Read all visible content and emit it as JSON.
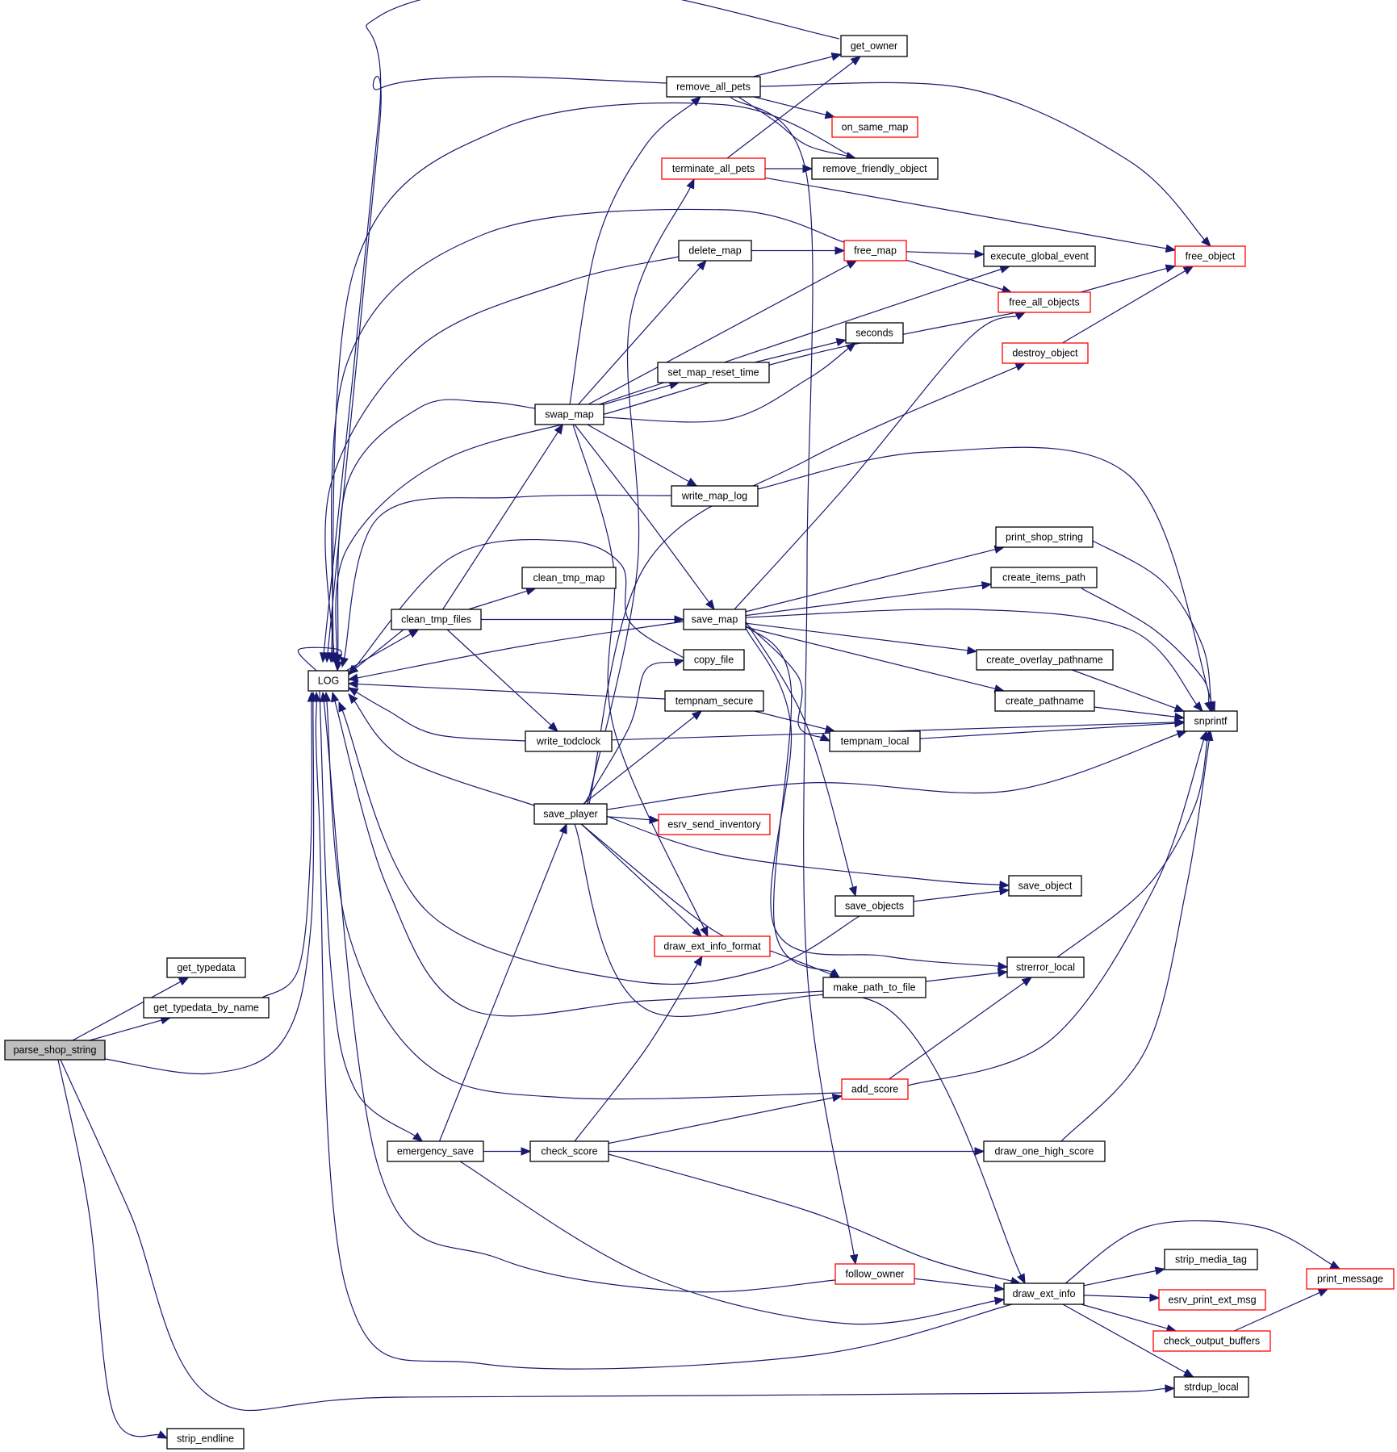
{
  "diagram": {
    "type": "call-graph",
    "edge_color": "#191970",
    "highlight_border_color": "#ff0000",
    "root_fill_color": "#bfbfbf",
    "root": "parse_shop_string",
    "nodes": [
      {
        "id": "parse_shop_string",
        "label": "parse_shop_string",
        "style": "root"
      },
      {
        "id": "get_typedata",
        "label": "get_typedata",
        "style": "normal"
      },
      {
        "id": "get_typedata_by_name",
        "label": "get_typedata_by_name",
        "style": "normal"
      },
      {
        "id": "strip_endline",
        "label": "strip_endline",
        "style": "normal"
      },
      {
        "id": "LOG",
        "label": "LOG",
        "style": "normal"
      },
      {
        "id": "get_owner",
        "label": "get_owner",
        "style": "normal"
      },
      {
        "id": "remove_all_pets",
        "label": "remove_all_pets",
        "style": "normal"
      },
      {
        "id": "on_same_map",
        "label": "on_same_map",
        "style": "truncated"
      },
      {
        "id": "terminate_all_pets",
        "label": "terminate_all_pets",
        "style": "truncated"
      },
      {
        "id": "remove_friendly_object",
        "label": "remove_friendly_object",
        "style": "normal"
      },
      {
        "id": "delete_map",
        "label": "delete_map",
        "style": "normal"
      },
      {
        "id": "free_map",
        "label": "free_map",
        "style": "truncated"
      },
      {
        "id": "execute_global_event",
        "label": "execute_global_event",
        "style": "normal"
      },
      {
        "id": "free_object",
        "label": "free_object",
        "style": "truncated"
      },
      {
        "id": "free_all_objects",
        "label": "free_all_objects",
        "style": "truncated"
      },
      {
        "id": "seconds",
        "label": "seconds",
        "style": "normal"
      },
      {
        "id": "destroy_object",
        "label": "destroy_object",
        "style": "truncated"
      },
      {
        "id": "set_map_reset_time",
        "label": "set_map_reset_time",
        "style": "normal"
      },
      {
        "id": "swap_map",
        "label": "swap_map",
        "style": "normal"
      },
      {
        "id": "write_map_log",
        "label": "write_map_log",
        "style": "normal"
      },
      {
        "id": "print_shop_string",
        "label": "print_shop_string",
        "style": "normal"
      },
      {
        "id": "clean_tmp_map",
        "label": "clean_tmp_map",
        "style": "normal"
      },
      {
        "id": "create_items_path",
        "label": "create_items_path",
        "style": "normal"
      },
      {
        "id": "clean_tmp_files",
        "label": "clean_tmp_files",
        "style": "normal"
      },
      {
        "id": "save_map",
        "label": "save_map",
        "style": "normal"
      },
      {
        "id": "copy_file",
        "label": "copy_file",
        "style": "normal"
      },
      {
        "id": "create_overlay_pathname",
        "label": "create_overlay_pathname",
        "style": "normal"
      },
      {
        "id": "tempnam_secure",
        "label": "tempnam_secure",
        "style": "normal"
      },
      {
        "id": "create_pathname",
        "label": "create_pathname",
        "style": "normal"
      },
      {
        "id": "snprintf",
        "label": "snprintf",
        "style": "normal"
      },
      {
        "id": "write_todclock",
        "label": "write_todclock",
        "style": "normal"
      },
      {
        "id": "tempnam_local",
        "label": "tempnam_local",
        "style": "normal"
      },
      {
        "id": "save_player",
        "label": "save_player",
        "style": "normal"
      },
      {
        "id": "esrv_send_inventory",
        "label": "esrv_send_inventory",
        "style": "truncated"
      },
      {
        "id": "save_object",
        "label": "save_object",
        "style": "normal"
      },
      {
        "id": "save_objects",
        "label": "save_objects",
        "style": "normal"
      },
      {
        "id": "draw_ext_info_format",
        "label": "draw_ext_info_format",
        "style": "truncated"
      },
      {
        "id": "strerror_local",
        "label": "strerror_local",
        "style": "normal"
      },
      {
        "id": "make_path_to_file",
        "label": "make_path_to_file",
        "style": "normal"
      },
      {
        "id": "add_score",
        "label": "add_score",
        "style": "truncated"
      },
      {
        "id": "emergency_save",
        "label": "emergency_save",
        "style": "normal"
      },
      {
        "id": "check_score",
        "label": "check_score",
        "style": "normal"
      },
      {
        "id": "draw_one_high_score",
        "label": "draw_one_high_score",
        "style": "normal"
      },
      {
        "id": "follow_owner",
        "label": "follow_owner",
        "style": "truncated"
      },
      {
        "id": "draw_ext_info",
        "label": "draw_ext_info",
        "style": "normal"
      },
      {
        "id": "strip_media_tag",
        "label": "strip_media_tag",
        "style": "normal"
      },
      {
        "id": "print_message",
        "label": "print_message",
        "style": "truncated"
      },
      {
        "id": "esrv_print_ext_msg",
        "label": "esrv_print_ext_msg",
        "style": "truncated"
      },
      {
        "id": "check_output_buffers",
        "label": "check_output_buffers",
        "style": "truncated"
      },
      {
        "id": "strdup_local",
        "label": "strdup_local",
        "style": "normal"
      }
    ],
    "edges": [
      {
        "from": "parse_shop_string",
        "to": "get_typedata"
      },
      {
        "from": "parse_shop_string",
        "to": "get_typedata_by_name"
      },
      {
        "from": "parse_shop_string",
        "to": "LOG"
      },
      {
        "from": "parse_shop_string",
        "to": "strip_endline"
      },
      {
        "from": "parse_shop_string",
        "to": "strdup_local"
      },
      {
        "from": "get_typedata_by_name",
        "to": "LOG"
      },
      {
        "from": "LOG",
        "to": "LOG"
      },
      {
        "from": "LOG",
        "to": "clean_tmp_files"
      },
      {
        "from": "LOG",
        "to": "emergency_save"
      },
      {
        "from": "get_owner",
        "to": "LOG"
      },
      {
        "from": "remove_all_pets",
        "to": "LOG"
      },
      {
        "from": "remove_all_pets",
        "to": "get_owner"
      },
      {
        "from": "remove_all_pets",
        "to": "on_same_map"
      },
      {
        "from": "remove_all_pets",
        "to": "remove_friendly_object"
      },
      {
        "from": "remove_all_pets",
        "to": "free_object"
      },
      {
        "from": "remove_all_pets",
        "to": "follow_owner"
      },
      {
        "from": "terminate_all_pets",
        "to": "get_owner"
      },
      {
        "from": "terminate_all_pets",
        "to": "remove_friendly_object"
      },
      {
        "from": "terminate_all_pets",
        "to": "free_object"
      },
      {
        "from": "remove_friendly_object",
        "to": "LOG"
      },
      {
        "from": "free_map",
        "to": "LOG"
      },
      {
        "from": "free_map",
        "to": "execute_global_event"
      },
      {
        "from": "free_map",
        "to": "free_all_objects"
      },
      {
        "from": "delete_map",
        "to": "LOG"
      },
      {
        "from": "delete_map",
        "to": "free_map"
      },
      {
        "from": "free_all_objects",
        "to": "LOG"
      },
      {
        "from": "free_all_objects",
        "to": "free_object"
      },
      {
        "from": "destroy_object",
        "to": "free_object"
      },
      {
        "from": "set_map_reset_time",
        "to": "seconds"
      },
      {
        "from": "swap_map",
        "to": "LOG"
      },
      {
        "from": "swap_map",
        "to": "remove_all_pets"
      },
      {
        "from": "swap_map",
        "to": "delete_map"
      },
      {
        "from": "swap_map",
        "to": "free_map"
      },
      {
        "from": "swap_map",
        "to": "execute_global_event"
      },
      {
        "from": "swap_map",
        "to": "set_map_reset_time"
      },
      {
        "from": "swap_map",
        "to": "seconds"
      },
      {
        "from": "swap_map",
        "to": "write_map_log"
      },
      {
        "from": "swap_map",
        "to": "save_map"
      },
      {
        "from": "swap_map",
        "to": "draw_ext_info_format"
      },
      {
        "from": "write_map_log",
        "to": "LOG"
      },
      {
        "from": "write_map_log",
        "to": "snprintf"
      },
      {
        "from": "clean_tmp_files",
        "to": "swap_map"
      },
      {
        "from": "clean_tmp_files",
        "to": "clean_tmp_map"
      },
      {
        "from": "clean_tmp_files",
        "to": "save_map"
      },
      {
        "from": "clean_tmp_files",
        "to": "write_todclock"
      },
      {
        "from": "clean_tmp_files",
        "to": "LOG"
      },
      {
        "from": "save_map",
        "to": "LOG"
      },
      {
        "from": "save_map",
        "to": "print_shop_string"
      },
      {
        "from": "save_map",
        "to": "create_items_path"
      },
      {
        "from": "save_map",
        "to": "snprintf"
      },
      {
        "from": "save_map",
        "to": "create_overlay_pathname"
      },
      {
        "from": "save_map",
        "to": "create_pathname"
      },
      {
        "from": "save_map",
        "to": "tempnam_local"
      },
      {
        "from": "save_map",
        "to": "save_objects"
      },
      {
        "from": "save_map",
        "to": "make_path_to_file"
      },
      {
        "from": "save_map",
        "to": "strerror_local"
      },
      {
        "from": "save_map",
        "to": "free_all_objects"
      },
      {
        "from": "copy_file",
        "to": "LOG"
      },
      {
        "from": "tempnam_secure",
        "to": "LOG"
      },
      {
        "from": "tempnam_secure",
        "to": "tempnam_local"
      },
      {
        "from": "print_shop_string",
        "to": "snprintf"
      },
      {
        "from": "create_items_path",
        "to": "snprintf"
      },
      {
        "from": "create_overlay_pathname",
        "to": "snprintf"
      },
      {
        "from": "create_pathname",
        "to": "snprintf"
      },
      {
        "from": "tempnam_local",
        "to": "snprintf"
      },
      {
        "from": "write_todclock",
        "to": "LOG"
      },
      {
        "from": "write_todclock",
        "to": "snprintf"
      },
      {
        "from": "save_player",
        "to": "LOG"
      },
      {
        "from": "save_player",
        "to": "terminate_all_pets"
      },
      {
        "from": "save_player",
        "to": "copy_file"
      },
      {
        "from": "save_player",
        "to": "tempnam_secure"
      },
      {
        "from": "save_player",
        "to": "destroy_object"
      },
      {
        "from": "save_player",
        "to": "snprintf"
      },
      {
        "from": "save_player",
        "to": "esrv_send_inventory"
      },
      {
        "from": "save_player",
        "to": "save_object"
      },
      {
        "from": "save_player",
        "to": "draw_ext_info_format"
      },
      {
        "from": "save_player",
        "to": "make_path_to_file"
      },
      {
        "from": "save_player",
        "to": "draw_ext_info"
      },
      {
        "from": "save_objects",
        "to": "save_object"
      },
      {
        "from": "save_objects",
        "to": "LOG"
      },
      {
        "from": "make_path_to_file",
        "to": "LOG"
      },
      {
        "from": "make_path_to_file",
        "to": "strerror_local"
      },
      {
        "from": "strerror_local",
        "to": "snprintf"
      },
      {
        "from": "add_score",
        "to": "LOG"
      },
      {
        "from": "add_score",
        "to": "strerror_local"
      },
      {
        "from": "add_score",
        "to": "snprintf"
      },
      {
        "from": "emergency_save",
        "to": "save_player"
      },
      {
        "from": "emergency_save",
        "to": "check_score"
      },
      {
        "from": "emergency_save",
        "to": "draw_ext_info"
      },
      {
        "from": "check_score",
        "to": "draw_ext_info_format"
      },
      {
        "from": "check_score",
        "to": "add_score"
      },
      {
        "from": "check_score",
        "to": "draw_one_high_score"
      },
      {
        "from": "check_score",
        "to": "draw_ext_info"
      },
      {
        "from": "draw_one_high_score",
        "to": "snprintf"
      },
      {
        "from": "follow_owner",
        "to": "LOG"
      },
      {
        "from": "follow_owner",
        "to": "draw_ext_info"
      },
      {
        "from": "draw_ext_info",
        "to": "LOG"
      },
      {
        "from": "draw_ext_info",
        "to": "print_message"
      },
      {
        "from": "draw_ext_info",
        "to": "strip_media_tag"
      },
      {
        "from": "draw_ext_info",
        "to": "esrv_print_ext_msg"
      },
      {
        "from": "draw_ext_info",
        "to": "check_output_buffers"
      },
      {
        "from": "draw_ext_info",
        "to": "strdup_local"
      },
      {
        "from": "check_output_buffers",
        "to": "print_message"
      }
    ]
  }
}
